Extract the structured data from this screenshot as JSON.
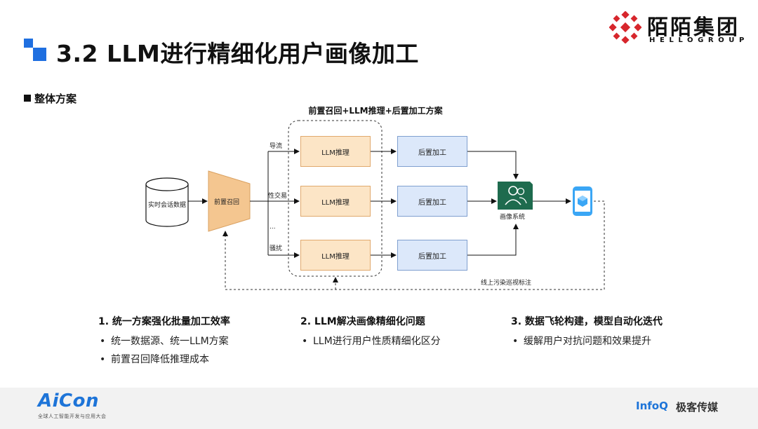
{
  "header": {
    "title": "3.2 LLM进行精细化用户画像加工",
    "brand_name": "陌陌集团",
    "brand_sub": "HELLOGROUP"
  },
  "section": {
    "heading": "整体方案"
  },
  "diagram": {
    "title": "前置召回+LLM推理+后置加工方案",
    "nodes": {
      "datasource": "实时会话数据",
      "recall": "前置召回",
      "llm_boxes": [
        "LLM推理",
        "LLM推理",
        "LLM推理"
      ],
      "post_boxes": [
        "后置加工",
        "后置加工",
        "后置加工"
      ],
      "profile_system": "画像系统"
    },
    "branch_labels": [
      "导流",
      "性交易",
      "...",
      "骚扰"
    ],
    "feedback_label": "线上污染巡视标注"
  },
  "points": [
    {
      "heading": "1. 统一方案强化批量加工效率",
      "items": [
        "统一数据源、统一LLM方案",
        "前置召回降低推理成本"
      ]
    },
    {
      "heading": "2. LLM解决画像精细化问题",
      "items": [
        "LLM进行用户性质精细化区分"
      ]
    },
    {
      "heading": "3. 数据飞轮构建，模型自动化迭代",
      "items": [
        "缓解用户对抗问题和效果提升"
      ]
    }
  ],
  "footer": {
    "left_logo": "AiCon",
    "left_sub": "全球人工智能开发与应用大会",
    "right_logo_a": "InfoQ",
    "right_logo_b": "极客传媒"
  },
  "colors": {
    "accent": "#1f6fe0",
    "llm_fill": "#fce5c6",
    "post_fill": "#dce8fa",
    "recall_fill": "#f4c690",
    "profile_fill": "#1e6b4e",
    "brand_red": "#d7262c"
  }
}
